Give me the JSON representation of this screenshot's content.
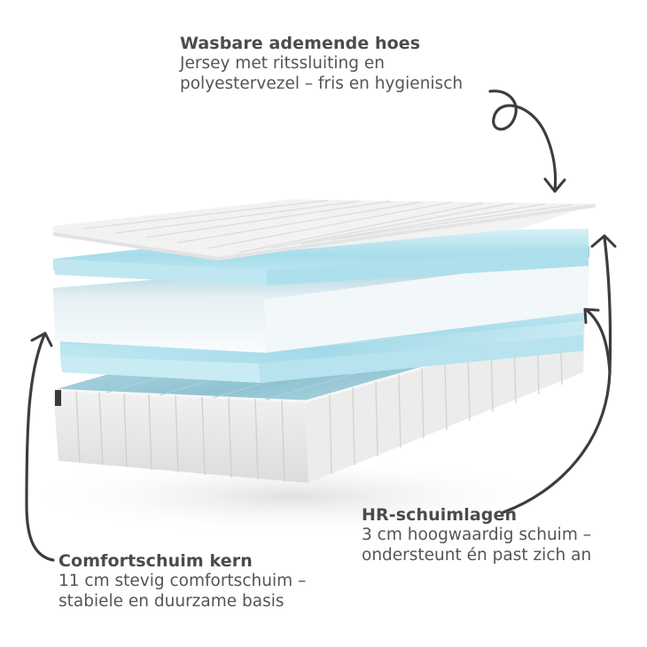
{
  "labels": {
    "cover": {
      "title": "Wasbare ademende hoes",
      "line1": "Jersey met ritssluiting en",
      "line2": "polyestervezel – fris en hygienisch"
    },
    "hr_foam": {
      "title": "HR-schuimlagen",
      "line1": "3 cm hoogwaardig schuim –",
      "line2": "ondersteunt én past zich an"
    },
    "core": {
      "title": "Comfortschuim kern",
      "line1": "11 cm stevig comfortschuim –",
      "line2": "stabiele en duurzame basis"
    }
  },
  "layers": [
    {
      "name": "cover",
      "color": "#f1f1f1"
    },
    {
      "name": "hr-foam-top",
      "color": "#bfe6f0"
    },
    {
      "name": "comfort-core",
      "color": "#f4f8fa"
    },
    {
      "name": "hr-foam-bottom",
      "color": "#bfe6f0"
    },
    {
      "name": "base-cover",
      "color": "#efefef"
    }
  ],
  "colors": {
    "text": "#4a4a4a",
    "arrow": "#3d3d3d",
    "foam_blue": "#a9dcea",
    "background": "#ffffff"
  }
}
